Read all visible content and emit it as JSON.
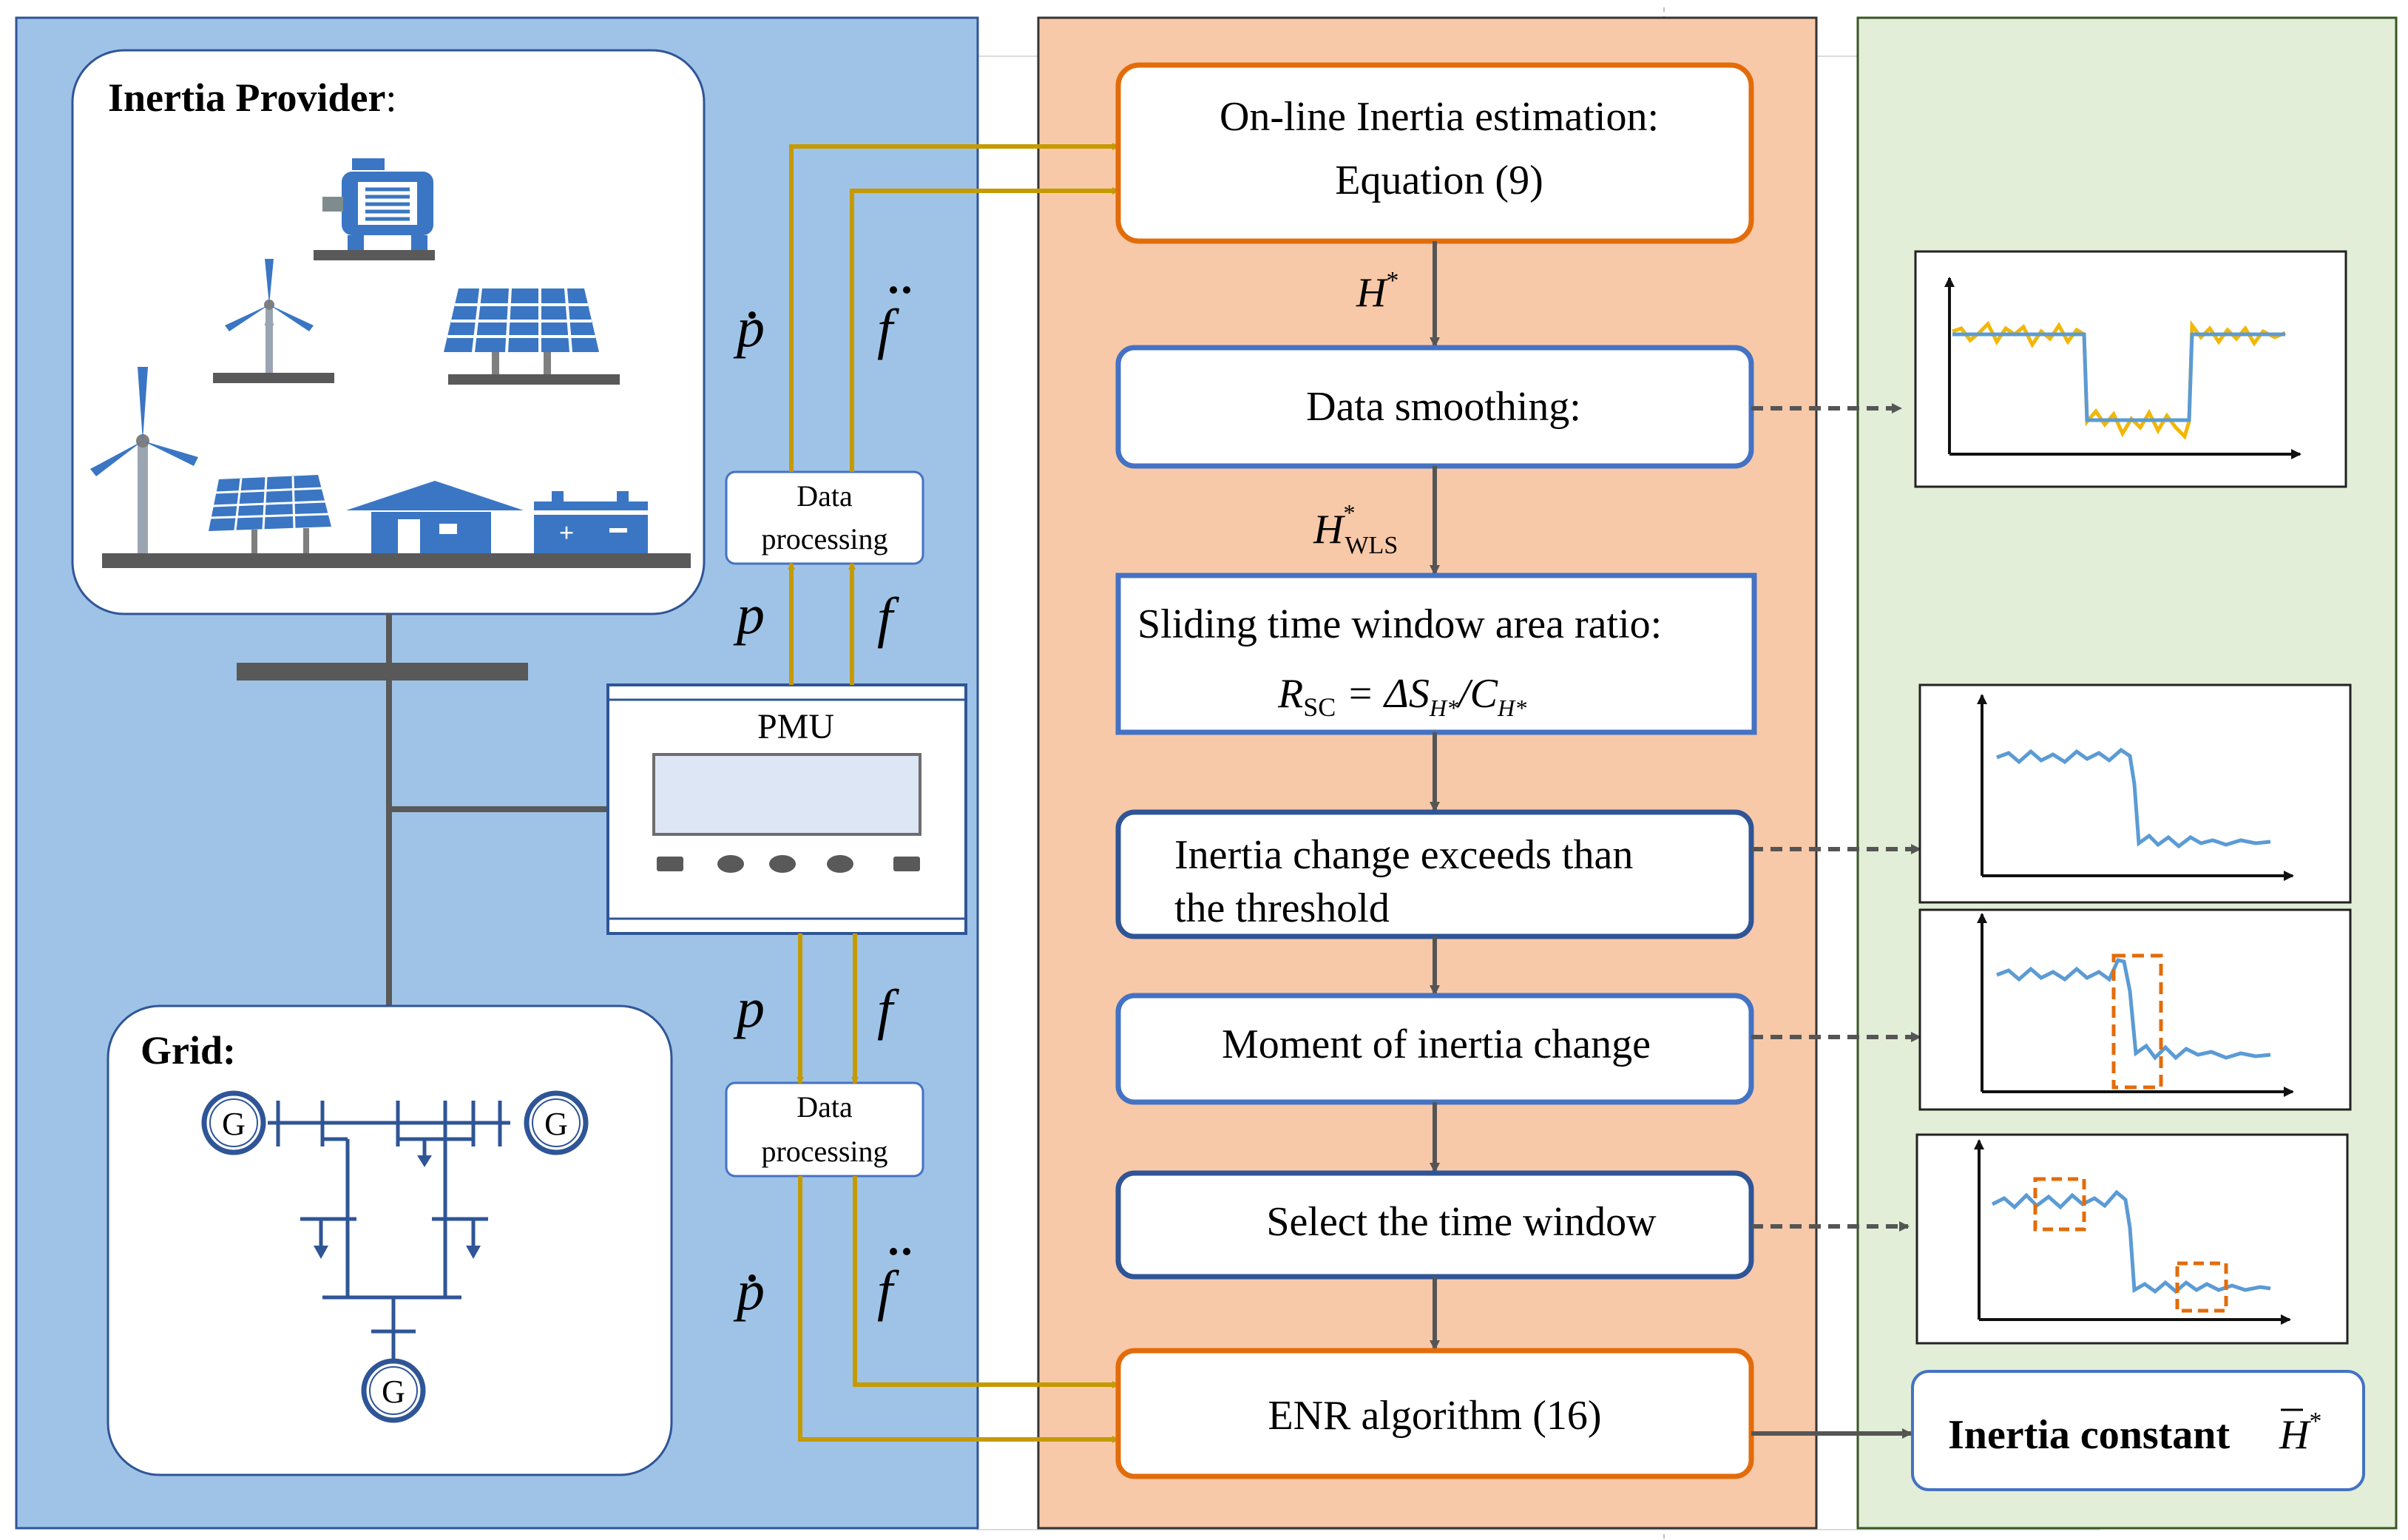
{
  "colors": {
    "left_panel": "#9fc3e7",
    "middle_panel": "#f8c9a8",
    "right_panel": "#e2eed8",
    "box_border_orange": "#e36c0a",
    "box_border_blue": "#4472c4",
    "arrow_gold": "#c49a00",
    "arrow_gray": "#555555",
    "device_blue": "#3a76c3",
    "signal_yellow": "#f2b705",
    "signal_blue": "#5b9bd5",
    "marker_orange": "#e36c0a"
  },
  "inertia_provider": {
    "label": "Inertia Provider",
    "colon": ":",
    "icons": [
      "motor-icon",
      "wind-turbine-icon",
      "solar-panel-icon",
      "house-icon",
      "battery-icon"
    ]
  },
  "grid": {
    "label": "Grid",
    "colon": ":",
    "generator_symbol": "G"
  },
  "pmu": {
    "label": "PMU"
  },
  "data_processing": {
    "top": {
      "line1": "Data",
      "line2": "processing"
    },
    "bottom": {
      "line1": "Data",
      "line2": "processing"
    }
  },
  "signals": {
    "p": "p",
    "f": "f"
  },
  "flow": {
    "estimation": {
      "line1": "On-line Inertia estimation:",
      "line2": "Equation (9)"
    },
    "h_star": {
      "main": "H",
      "sup": "*"
    },
    "smoothing": {
      "label": "Data smoothing:"
    },
    "h_wls": {
      "main": "H",
      "sup": "*",
      "sub": "WLS"
    },
    "sliding": {
      "line1": "Sliding time window area ratio:",
      "r": "R",
      "r_sub": "SC",
      "eq": " = ΔS",
      "s_sub": "H*",
      "slash": "/C",
      "c_sub": "H*"
    },
    "change": {
      "line1": "Inertia change exceeds than",
      "line2": "the threshold"
    },
    "moment": {
      "label": "Moment of inertia change"
    },
    "select": {
      "label": "Select the time window"
    },
    "enr": {
      "label": "ENR algorithm (16)"
    }
  },
  "result": {
    "label": "Inertia constant",
    "symbol": "H",
    "sup": "*"
  }
}
